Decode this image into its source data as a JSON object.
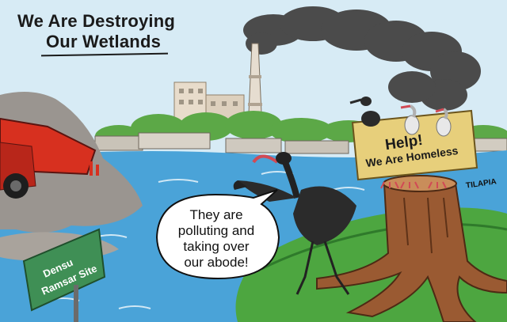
{
  "title_line1": "We Are Destroying",
  "title_line2": "Our Wetlands",
  "speech_bubble": {
    "line1": "They are",
    "line2": "polluting and",
    "line3": "taking over",
    "line4": "our abode!"
  },
  "help_sign": {
    "line1": "Help!",
    "line2": "We Are Homeless"
  },
  "site_sign": {
    "line1": "Densu",
    "line2": "Ramsar Site"
  },
  "signature": "TILAPIA",
  "colors": {
    "sky": "#cfe6f2",
    "water": "#4aa3d8",
    "grass": "#4da640",
    "smoke": "#4a4a4a",
    "truck": "#d7301f",
    "sign_wood": "#e7cf7b",
    "sign_green": "#3f8f55",
    "stump": "#9a5a32",
    "bird": "#2b2b2b"
  }
}
